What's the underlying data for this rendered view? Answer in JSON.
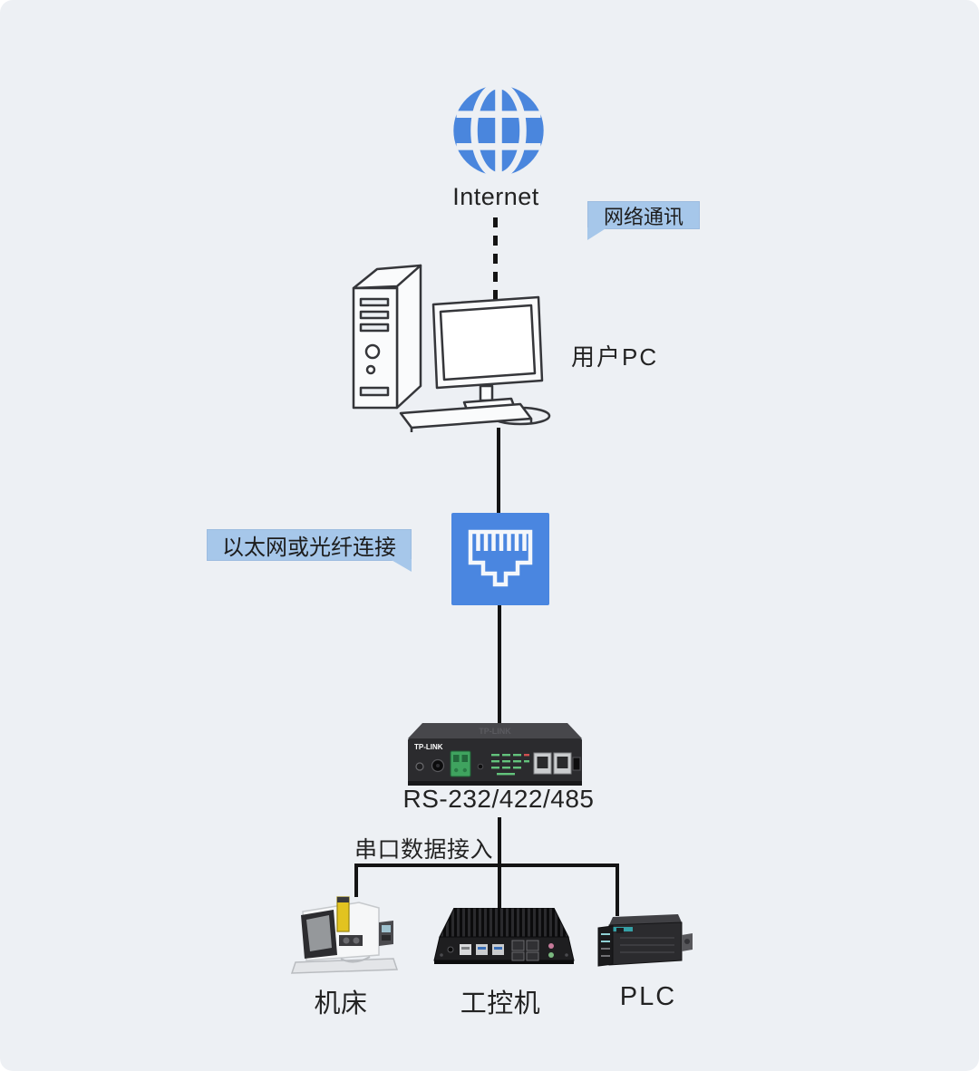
{
  "palette": {
    "background": "#edf0f4",
    "accent_blue": "#4a86dd",
    "port_blue": "#4a86e0",
    "callout_bg": "#a6c7ea",
    "line_color": "#141414",
    "text_color": "#232323"
  },
  "diagram": {
    "internet_label": "Internet",
    "network_callout": "网络通讯",
    "user_pc_label": "用户PC",
    "ethernet_callout": "以太网或光纤连接",
    "device_brand": "TP-LINK",
    "serial_standards_label": "RS-232/422/485",
    "serial_access_label": "串口数据接入",
    "endpoints": [
      {
        "label": "机床"
      },
      {
        "label": "工控机"
      },
      {
        "label": "PLC"
      }
    ]
  }
}
